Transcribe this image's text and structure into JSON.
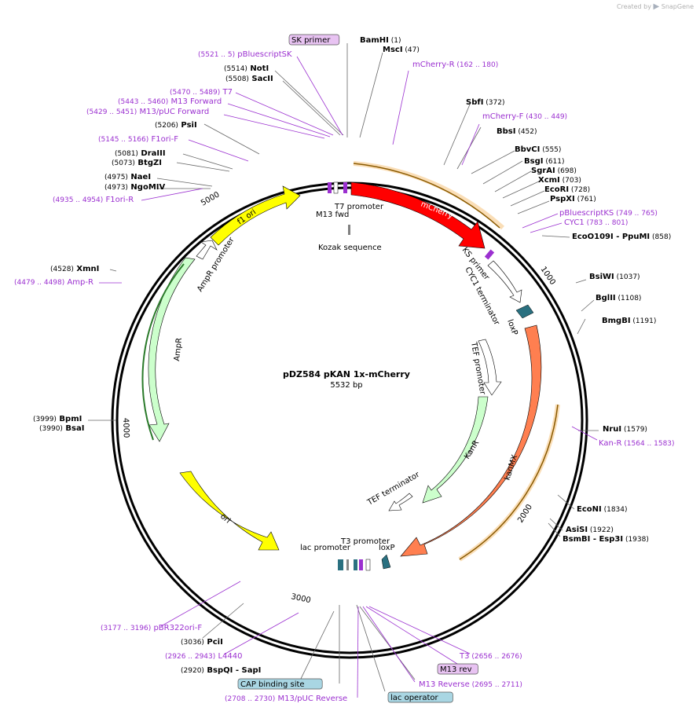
{
  "plasmid": {
    "name": "pDZ584 pKAN 1x-mCherry",
    "length": 5532,
    "length_label": "5532 bp"
  },
  "watermark": {
    "prefix": "Created by",
    "brand": "SnapGene"
  },
  "colors": {
    "enzyme": "#000000",
    "primer": "#9b30d0",
    "primer_badge": "#e8c3f2",
    "feature_badge": "#a9d6e3",
    "mCherry": "#ff0000",
    "kanMX": "#ff7f50",
    "yellow": "#ffff00",
    "ampR": "#ccffcc",
    "misc": "#ffffff",
    "loxP": "#2a7080"
  },
  "labels": [
    {
      "id": "sk-primer",
      "kind": "primer-badge",
      "name": "SK primer",
      "range": ""
    },
    {
      "id": "bamhi",
      "kind": "enzyme",
      "name": "BamHI",
      "pos": "(1)"
    },
    {
      "id": "msci",
      "kind": "enzyme",
      "name": "MscI",
      "pos": "(47)"
    },
    {
      "id": "pbluescriptsk",
      "kind": "primer",
      "name": "pBluescriptSK",
      "range": "(5521 .. 5)"
    },
    {
      "id": "mcherry-r",
      "kind": "primer",
      "name": "mCherry-R",
      "range": "(162 .. 180)"
    },
    {
      "id": "noti",
      "kind": "enzyme",
      "name": "NotI",
      "pos": "(5514)"
    },
    {
      "id": "sacii",
      "kind": "enzyme",
      "name": "SacII",
      "pos": "(5508)"
    },
    {
      "id": "t7",
      "kind": "primer",
      "name": "T7",
      "range": "(5470 .. 5489)"
    },
    {
      "id": "m13fwd",
      "kind": "primer",
      "name": "M13 Forward",
      "range": "(5443 .. 5460)"
    },
    {
      "id": "m13pucfwd",
      "kind": "primer",
      "name": "M13/pUC Forward",
      "range": "(5429 .. 5451)"
    },
    {
      "id": "sbfi",
      "kind": "enzyme",
      "name": "SbfI",
      "pos": "(372)"
    },
    {
      "id": "mcherry-f",
      "kind": "primer",
      "name": "mCherry-F",
      "range": "(430 .. 449)"
    },
    {
      "id": "psii",
      "kind": "enzyme",
      "name": "PsiI",
      "pos": "(5206)"
    },
    {
      "id": "bbsi",
      "kind": "enzyme",
      "name": "BbsI",
      "pos": "(452)"
    },
    {
      "id": "f1ori-f",
      "kind": "primer",
      "name": "F1ori-F",
      "range": "(5145 .. 5166)"
    },
    {
      "id": "bbvci",
      "kind": "enzyme",
      "name": "BbvCI",
      "pos": "(555)"
    },
    {
      "id": "draiii",
      "kind": "enzyme",
      "name": "DraIII",
      "pos": "(5081)"
    },
    {
      "id": "bsgi",
      "kind": "enzyme",
      "name": "BsgI",
      "pos": "(611)"
    },
    {
      "id": "btgzi",
      "kind": "enzyme",
      "name": "BtgZI",
      "pos": "(5073)"
    },
    {
      "id": "sgrai",
      "kind": "enzyme",
      "name": "SgrAI",
      "pos": "(698)"
    },
    {
      "id": "xcmi",
      "kind": "enzyme",
      "name": "XcmI",
      "pos": "(703)"
    },
    {
      "id": "naei",
      "kind": "enzyme",
      "name": "NaeI",
      "pos": "(4975)"
    },
    {
      "id": "ecori",
      "kind": "enzyme",
      "name": "EcoRI",
      "pos": "(728)"
    },
    {
      "id": "ngomiv",
      "kind": "enzyme",
      "name": "NgoMIV",
      "pos": "(4973)"
    },
    {
      "id": "pspxi",
      "kind": "enzyme",
      "name": "PspXI",
      "pos": "(761)"
    },
    {
      "id": "f1ori-r",
      "kind": "primer",
      "name": "F1ori-R",
      "range": "(4935 .. 4954)"
    },
    {
      "id": "pbluescriptks",
      "kind": "primer",
      "name": "pBluescriptKS",
      "range": "(749 .. 765)"
    },
    {
      "id": "cyc1",
      "kind": "primer",
      "name": "CYC1",
      "range": "(783 .. 801)"
    },
    {
      "id": "ecoo109i",
      "kind": "enzyme",
      "name": "EcoO109I",
      "suffix": "- PpuMI",
      "pos": "(858)"
    },
    {
      "id": "xmni",
      "kind": "enzyme",
      "name": "XmnI",
      "pos": "(4528)"
    },
    {
      "id": "amp-r",
      "kind": "primer",
      "name": "Amp-R",
      "range": "(4479 .. 4498)"
    },
    {
      "id": "bsiwi",
      "kind": "enzyme",
      "name": "BsiWI",
      "pos": "(1037)"
    },
    {
      "id": "bglii",
      "kind": "enzyme",
      "name": "BglII",
      "pos": "(1108)"
    },
    {
      "id": "bmgbi",
      "kind": "enzyme",
      "name": "BmgBI",
      "pos": "(1191)"
    },
    {
      "id": "bpmi",
      "kind": "enzyme",
      "name": "BpmI",
      "pos": "(3999)"
    },
    {
      "id": "bsai",
      "kind": "enzyme",
      "name": "BsaI",
      "pos": "(3990)"
    },
    {
      "id": "nrui",
      "kind": "enzyme",
      "name": "NruI",
      "pos": "(1579)"
    },
    {
      "id": "kan-r",
      "kind": "primer",
      "name": "Kan-R",
      "range": "(1564 .. 1583)"
    },
    {
      "id": "econi",
      "kind": "enzyme",
      "name": "EcoNI",
      "pos": "(1834)"
    },
    {
      "id": "asisi",
      "kind": "enzyme",
      "name": "AsiSI",
      "pos": "(1922)"
    },
    {
      "id": "bsmbi",
      "kind": "enzyme",
      "name": "BsmBI",
      "suffix": "- Esp3I",
      "pos": "(1938)"
    },
    {
      "id": "pbr322ori-f",
      "kind": "primer",
      "name": "pBR322ori-F",
      "range": "(3177 .. 3196)"
    },
    {
      "id": "pcii",
      "kind": "enzyme",
      "name": "PciI",
      "pos": "(3036)"
    },
    {
      "id": "l4440",
      "kind": "primer",
      "name": "L4440",
      "range": "(2926 .. 2943)"
    },
    {
      "id": "t3",
      "kind": "primer",
      "name": "T3",
      "range": "(2656 .. 2676)"
    },
    {
      "id": "bspqi",
      "kind": "enzyme",
      "name": "BspQI",
      "suffix": "- SapI",
      "pos": "(2920)"
    },
    {
      "id": "m13rev",
      "kind": "primer-badge",
      "name": "M13 rev",
      "range": ""
    },
    {
      "id": "m13reverse",
      "kind": "primer",
      "name": "M13 Reverse",
      "range": "(2695 .. 2711)"
    },
    {
      "id": "cap",
      "kind": "feature-badge",
      "name": "CAP binding site",
      "range": ""
    },
    {
      "id": "m13pucrev",
      "kind": "primer",
      "name": "M13/pUC Reverse",
      "range": "(2708 .. 2730)"
    },
    {
      "id": "lacop",
      "kind": "feature-badge",
      "name": "lac operator",
      "range": ""
    }
  ],
  "features": [
    {
      "id": "mcherry",
      "name": "mCherry",
      "color": "#ff0000"
    },
    {
      "id": "kanmx",
      "name": "kanMX",
      "color": "#ff7f50"
    },
    {
      "id": "kanr",
      "name": "KanR",
      "color": "#ccffcc"
    },
    {
      "id": "ampr",
      "name": "AmpR",
      "color": "#ccffcc"
    },
    {
      "id": "f1ori",
      "name": "f1 ori",
      "color": "#ffff00"
    },
    {
      "id": "ori",
      "name": "ori",
      "color": "#ffff00"
    },
    {
      "id": "ampr-promoter",
      "name": "AmpR promoter",
      "color": "#ffffff"
    },
    {
      "id": "tef-promoter",
      "name": "TEF promoter",
      "color": "#ffffff"
    },
    {
      "id": "tef-terminator",
      "name": "TEF terminator",
      "color": "#ffffff"
    },
    {
      "id": "cyc1-terminator",
      "name": "CYC1 terminator",
      "color": "#ffffff"
    },
    {
      "id": "loxp1",
      "name": "loxP",
      "color": "#2a7080"
    },
    {
      "id": "loxp2",
      "name": "loxP",
      "color": "#2a7080"
    },
    {
      "id": "t7-promoter",
      "name": "T7 promoter",
      "color": "#ffffff"
    },
    {
      "id": "m13-fwd",
      "name": "M13 fwd",
      "color": "#ffffff"
    },
    {
      "id": "kozak",
      "name": "Kozak sequence",
      "color": "#808080"
    },
    {
      "id": "ks-primer",
      "name": "KS primer",
      "color": "#9b30d0"
    },
    {
      "id": "t3-promoter",
      "name": "T3 promoter",
      "color": "#ffffff"
    },
    {
      "id": "lac-promoter",
      "name": "lac promoter",
      "color": "#2a7080"
    }
  ],
  "ticks": [
    "1000",
    "2000",
    "3000",
    "4000",
    "5000"
  ]
}
